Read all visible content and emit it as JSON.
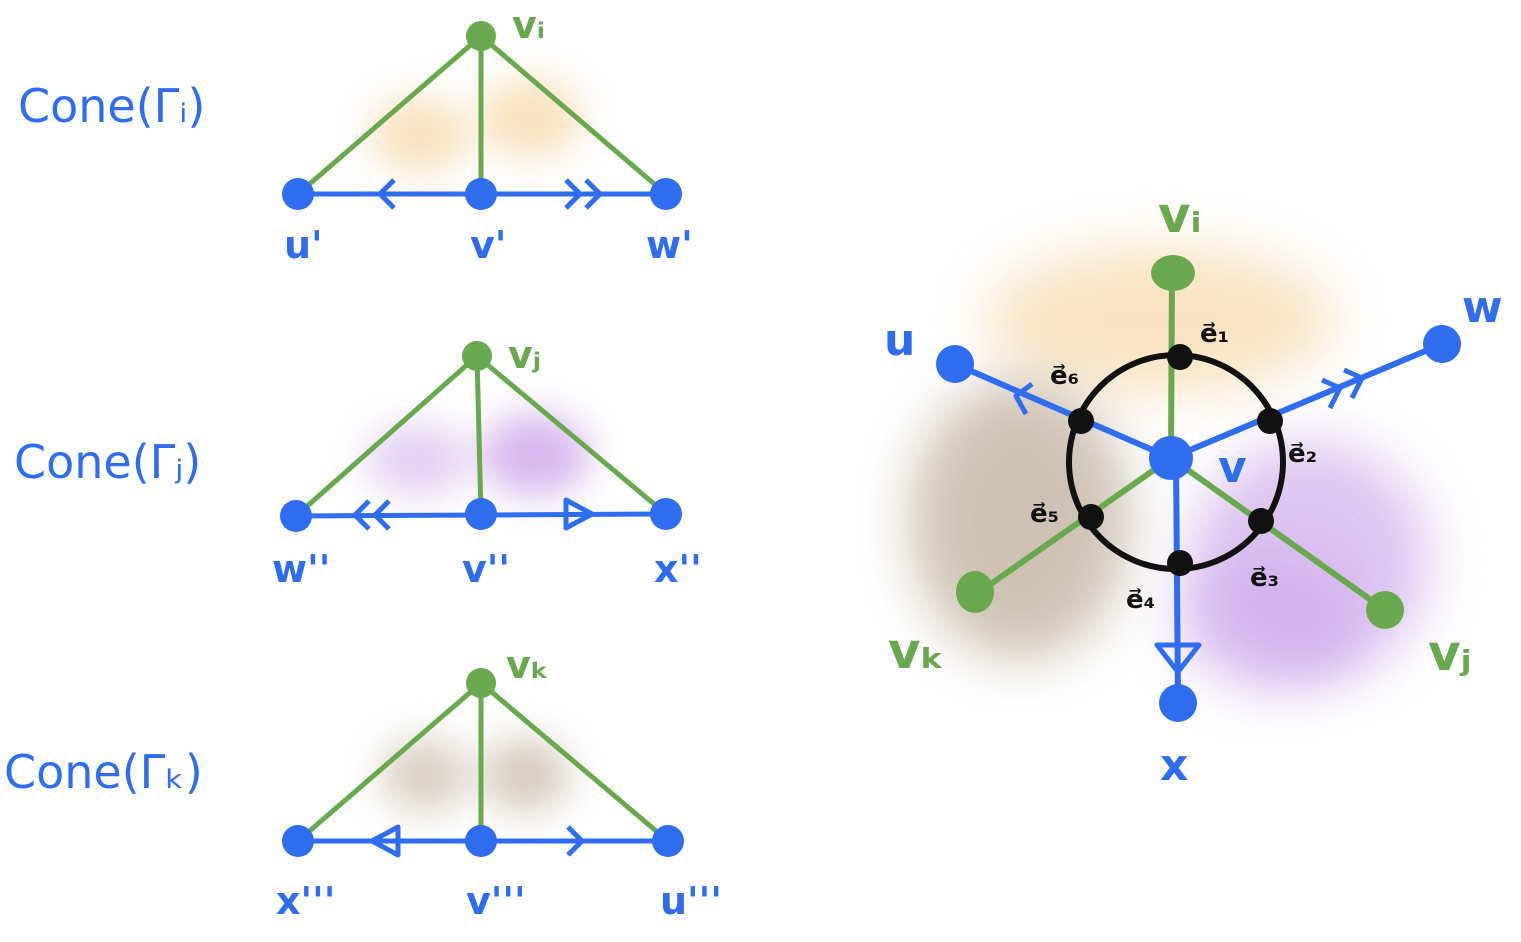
{
  "colors": {
    "blue": "#2f6cf0",
    "green": "#6aa84f",
    "black": "#111111",
    "orange": "#f3c98a",
    "purple": "#c9a0e8",
    "brown": "#b8a68f"
  },
  "cones": [
    {
      "label": "Cone(Γᵢ)",
      "apex": "vᵢ",
      "left": "u'",
      "mid": "v'",
      "right": "w'",
      "left_arrow": "single",
      "right_arrow": "double",
      "shade": "orange"
    },
    {
      "label": "Cone(Γⱼ)",
      "apex": "vⱼ",
      "left": "w''",
      "mid": "v''",
      "right": "x''",
      "left_arrow": "double",
      "right_arrow": "triangle",
      "shade": "purple"
    },
    {
      "label": "Cone(Γₖ)",
      "apex": "vₖ",
      "left": "x'''",
      "mid": "v'''",
      "right": "u'''",
      "left_arrow": "triangle",
      "right_arrow": "single",
      "shade": "brown"
    }
  ],
  "star": {
    "center": "v",
    "u": "u",
    "w": "w",
    "x": "x",
    "vi": "vᵢ",
    "vj": "vⱼ",
    "vk": "vₖ",
    "edges": [
      "e⃗₁",
      "e⃗₂",
      "e⃗₃",
      "e⃗₄",
      "e⃗₅",
      "e⃗₆"
    ]
  }
}
